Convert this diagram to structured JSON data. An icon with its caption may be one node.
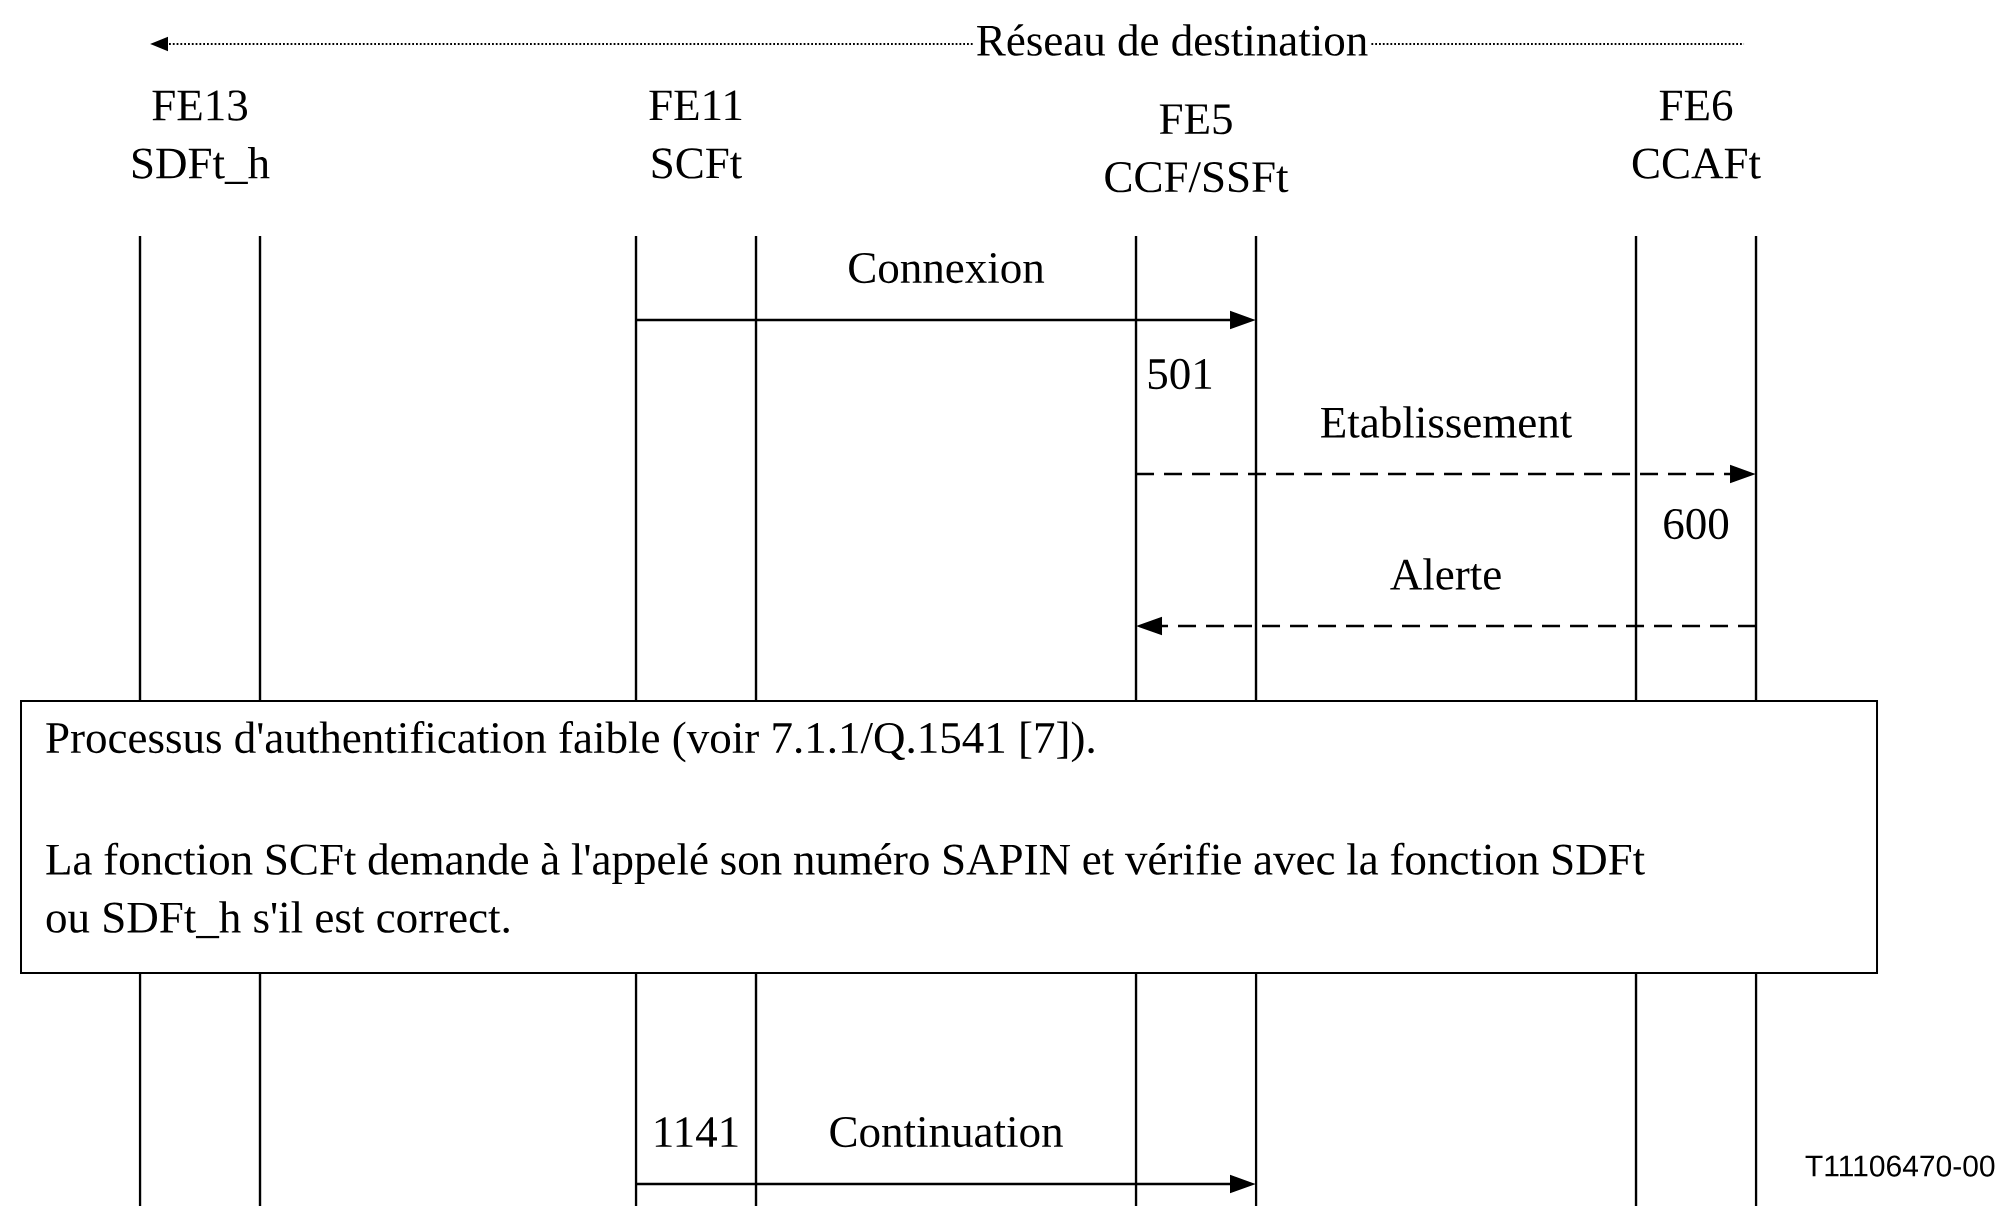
{
  "diagram": {
    "nodes": [
      {
        "text": [
          "FE13",
          "SDFt_h"
        ]
      },
      {
        "text": [
          "FE11",
          "SCFt"
        ]
      },
      {
        "text": [
          "FE5",
          "CCF/SSFt"
        ]
      },
      {
        "text": [
          "FE6",
          "CCAFt"
        ]
      },
      {
        "text": [
          "Processus d'authentification faible (voir  7.1.1/Q.1541 [7]).",
          "La fonction SCFt demande à l'appelé son numéro SAPIN et vérifie avec la fonction SDFt ou SDFt_h s'il est correct."
        ]
      }
    ],
    "edges": [
      {
        "from": 1,
        "to": 2,
        "arrow": "to",
        "label": "Connexion"
      },
      {
        "from": 2,
        "to": 3,
        "arrow": "to",
        "label": "Etablissement",
        "style": "dashed"
      },
      {
        "from": 3,
        "to": 2,
        "arrow": "to",
        "label": "Alerte",
        "style": "dashed"
      },
      {
        "from": 1,
        "to": 2,
        "arrow": "to",
        "label": "Continuation"
      }
    ],
    "labels": [
      "Réseau de destination",
      "501",
      "600",
      "1141",
      "T11106470-00"
    ]
  }
}
